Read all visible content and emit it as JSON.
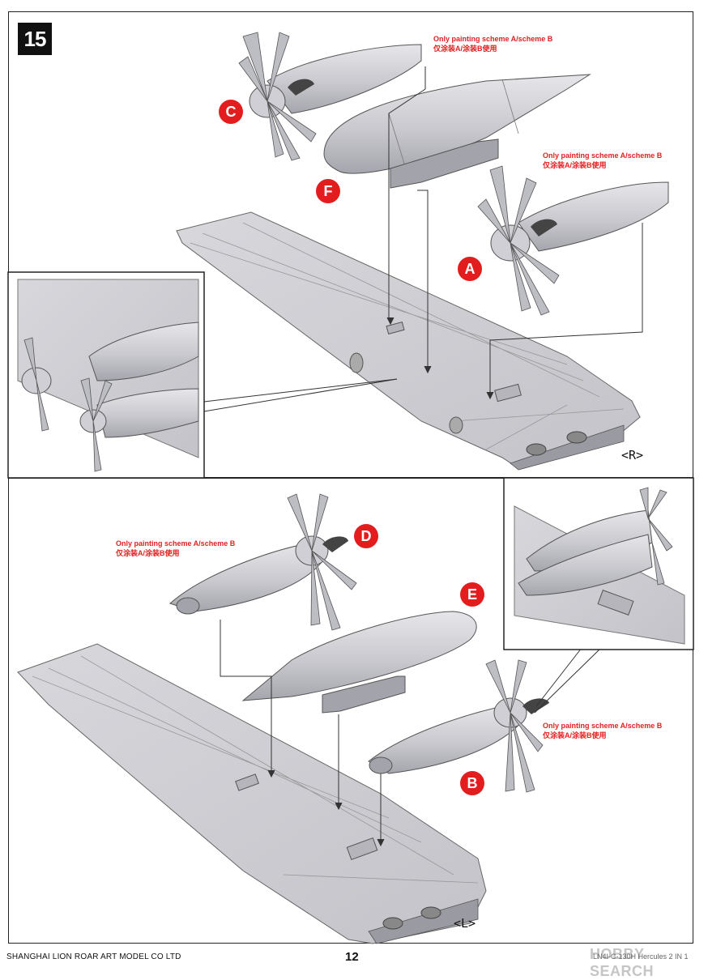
{
  "step": {
    "number": "15"
  },
  "notes": {
    "scheme_en": "Only painting scheme A/scheme B",
    "scheme_cn": "仅涂装A/涂装B使用"
  },
  "callouts": {
    "A": "A",
    "B": "B",
    "C": "C",
    "D": "D",
    "E": "E",
    "F": "F"
  },
  "side_tags": {
    "right": "<R>",
    "left": "<L>"
  },
  "footer": {
    "company": "SHANGHAI LION ROAR ART MODEL CO LTD",
    "page": "12",
    "code": "LN4I-C-130H Hercules 2 IN 1",
    "watermark": "HOBBY SEARCH"
  },
  "colors": {
    "accent": "#e31d1d",
    "part": "#c9c9cf",
    "line": "#222222"
  }
}
